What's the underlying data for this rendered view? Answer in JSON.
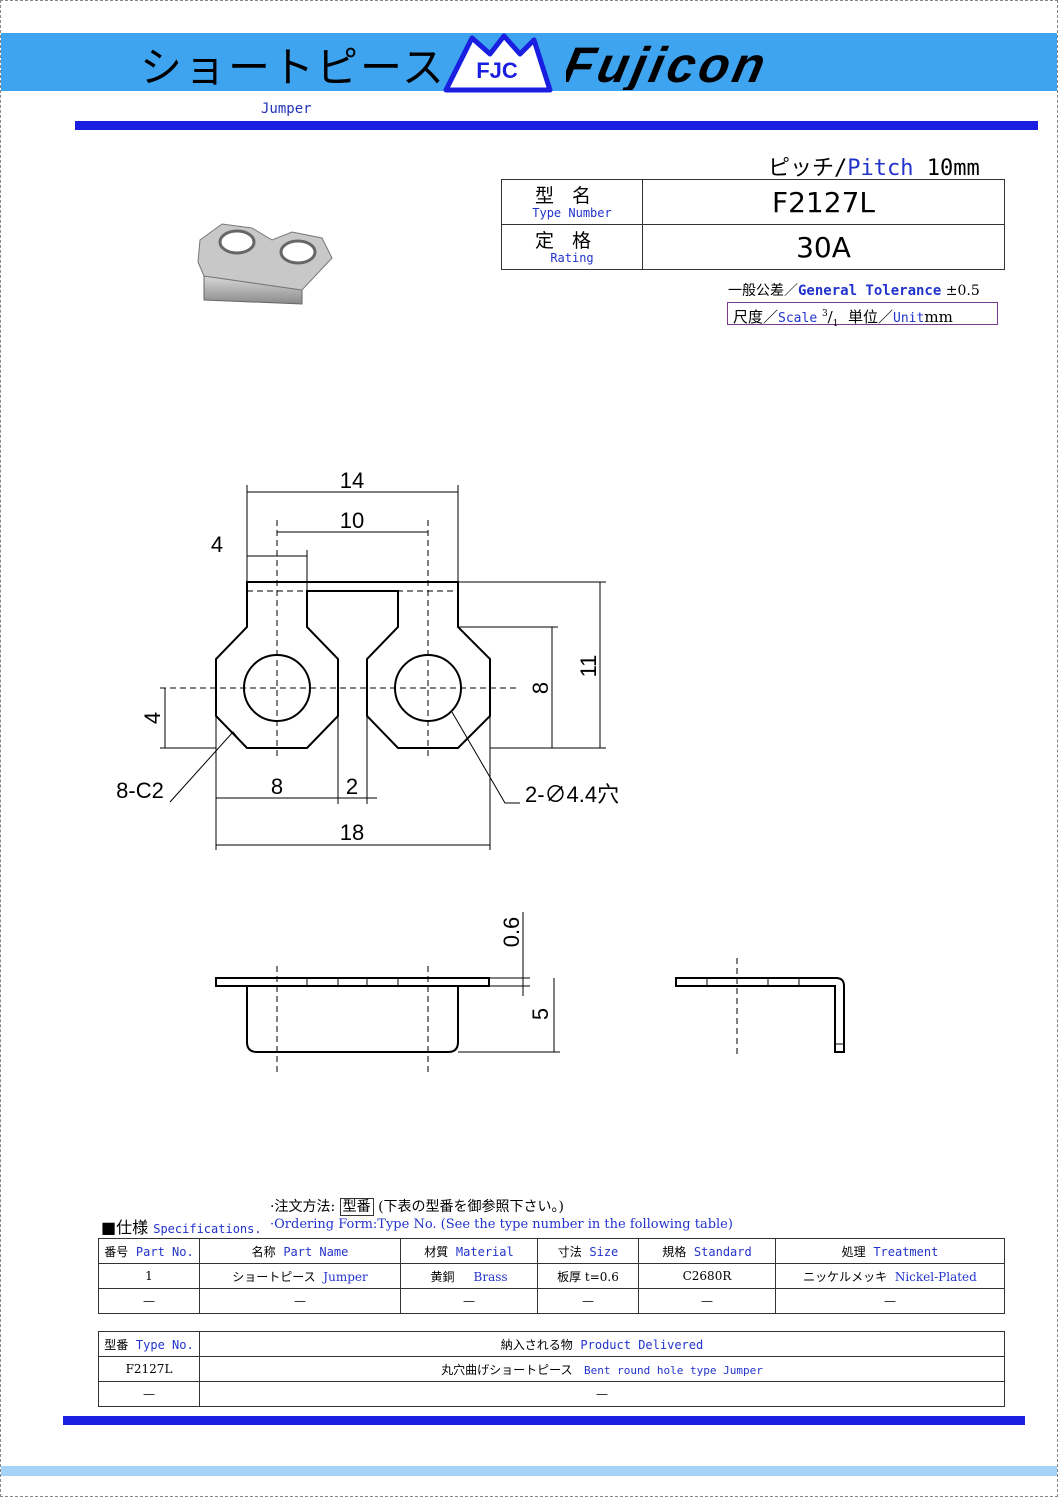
{
  "header": {
    "title_jp": "ショートピース",
    "logo_text": "FJC",
    "brand": "Fujicon",
    "subtitle": "Jumper"
  },
  "pitch": {
    "jp": "ピッチ/",
    "en": "Pitch",
    "value": "10mm"
  },
  "info_table": {
    "type_label_jp": "型名",
    "type_label_en": "Type Number",
    "type_value": "F2127L",
    "rating_label_jp": "定格",
    "rating_label_en": "Rating",
    "rating_value": "30A"
  },
  "tolerance": {
    "jp": "一般公差／",
    "en": "General Tolerance",
    "value": "±0.5"
  },
  "scale": {
    "jp": "尺度／",
    "en": "Scale",
    "num": "3",
    "den": "1",
    "unit_jp": "単位／",
    "unit_en": "Unit",
    "unit": "mm"
  },
  "drawing": {
    "dims": [
      "14",
      "10",
      "4",
      "11",
      "8",
      "4",
      "8-C2",
      "8",
      "2",
      "2-∅4.4穴",
      "18",
      "0.6",
      "5"
    ]
  },
  "specs": {
    "title_jp": "■仕様",
    "title_en": "Specifications.",
    "order_jp_prefix": "·注文方法:",
    "order_jp_box": "型番",
    "order_jp_suffix": "(下表の型番を御参照下さい。)",
    "order_en": "·Ordering Form:Type No.  (See the type number in the following table)",
    "headers": [
      {
        "jp": "番号",
        "en": "Part No."
      },
      {
        "jp": "名称",
        "en": "Part Name"
      },
      {
        "jp": "材質",
        "en": "Material"
      },
      {
        "jp": "寸法",
        "en": "Size"
      },
      {
        "jp": "規格",
        "en": "Standard"
      },
      {
        "jp": "処理",
        "en": "Treatment"
      }
    ],
    "row1": {
      "no": "1",
      "name_jp": "ショートピース",
      "name_en": "Jumper",
      "mat_jp": "黄銅",
      "mat_en": "Brass",
      "size": "板厚 t=0.6",
      "standard": "C2680R",
      "treat_jp": "ニッケルメッキ",
      "treat_en": "Nickel-Plated"
    },
    "dash": "—"
  },
  "delivered": {
    "h_type_jp": "型番",
    "h_type_en": "Type No.",
    "h_prod_jp": "納入される物",
    "h_prod_en": "Product Delivered",
    "type": "F2127L",
    "prod_jp": "丸穴曲げショートピース",
    "prod_en": "Bent round hole type Jumper",
    "dash": "—"
  }
}
